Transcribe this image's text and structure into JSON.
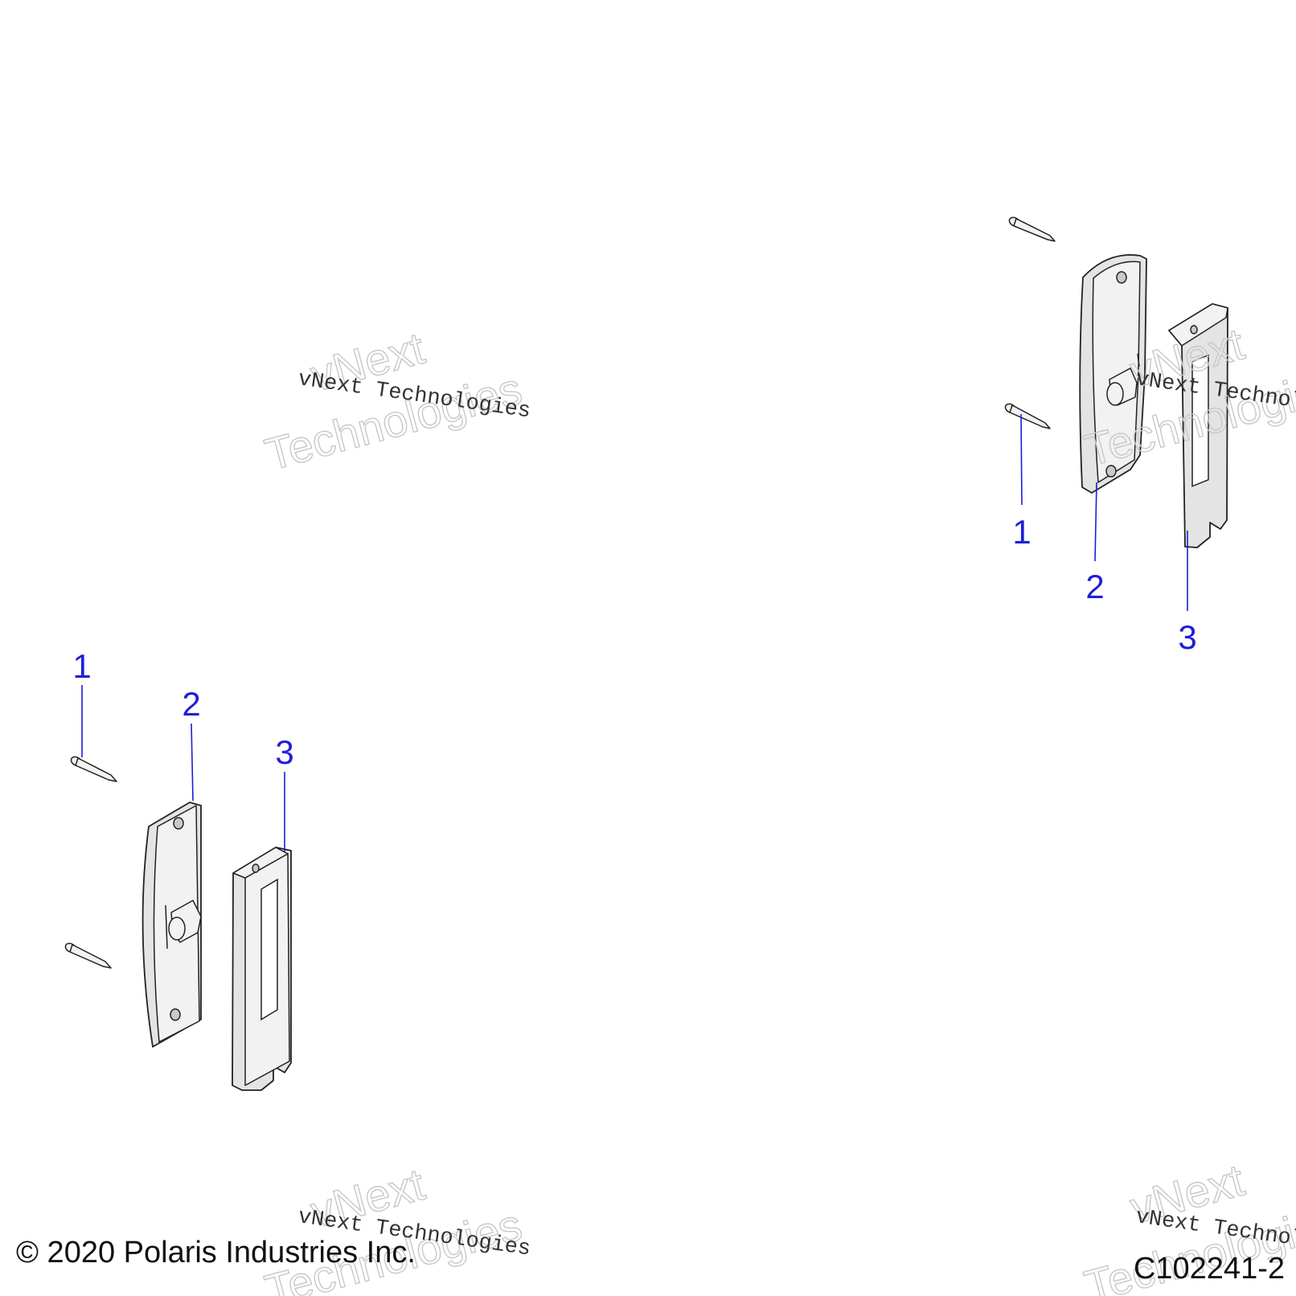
{
  "watermark": {
    "outline_line1": "vNext",
    "outline_line2": "Technologies",
    "mono_text": "vNext Technologies"
  },
  "callouts": {
    "left_1": "1",
    "left_2": "2",
    "left_3": "3",
    "right_1": "1",
    "right_2": "2",
    "right_3": "3"
  },
  "footer": {
    "copyright": "© 2020 Polaris Industries Inc.",
    "figure_id": "C102241-2"
  },
  "colors": {
    "callout": "#1f1fd6",
    "line": "#222222"
  }
}
